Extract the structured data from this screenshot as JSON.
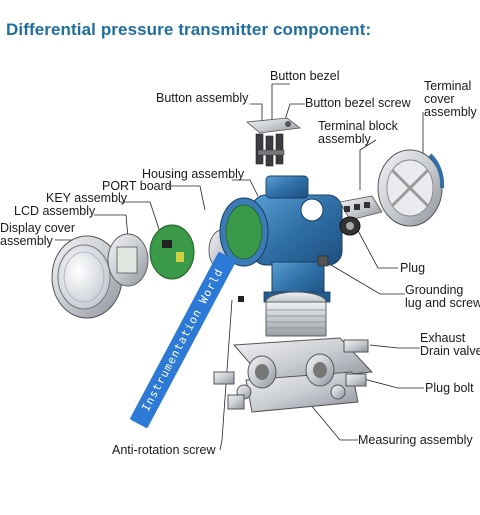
{
  "title": "Differential pressure transmitter component:",
  "labels": {
    "button_bezel": "Button bezel",
    "button_assembly": "Button assembly",
    "button_bezel_screw": "Button bezel screw",
    "terminal_cover_assembly": [
      "Terminal",
      "cover",
      "assembly"
    ],
    "terminal_block_assembly": [
      "Terminal block",
      "assembly"
    ],
    "housing_assembly": "Housing assembly",
    "port_board": "PORT board",
    "key_assembly": "KEY assembly",
    "lcd_assembly": "LCD assembly",
    "display_cover_assembly": [
      "Display cover",
      "assembly"
    ],
    "plug": "Plug",
    "grounding_lug": [
      "Grounding",
      "lug and screw"
    ],
    "exhaust_drain_valve": [
      "Exhaust",
      "Drain valve"
    ],
    "plug_bolt": "Plug bolt",
    "measuring_assembly": "Measuring assembly",
    "anti_rotation_screw": "Anti-rotation screw"
  },
  "watermark": "Instrumentation World",
  "colors": {
    "title": "#1f6f9e",
    "housing": "#2f6fa6",
    "pcb": "#3a9a4a",
    "metal": "#c9ccd1",
    "watermark_bg": "#2d7ad6"
  }
}
